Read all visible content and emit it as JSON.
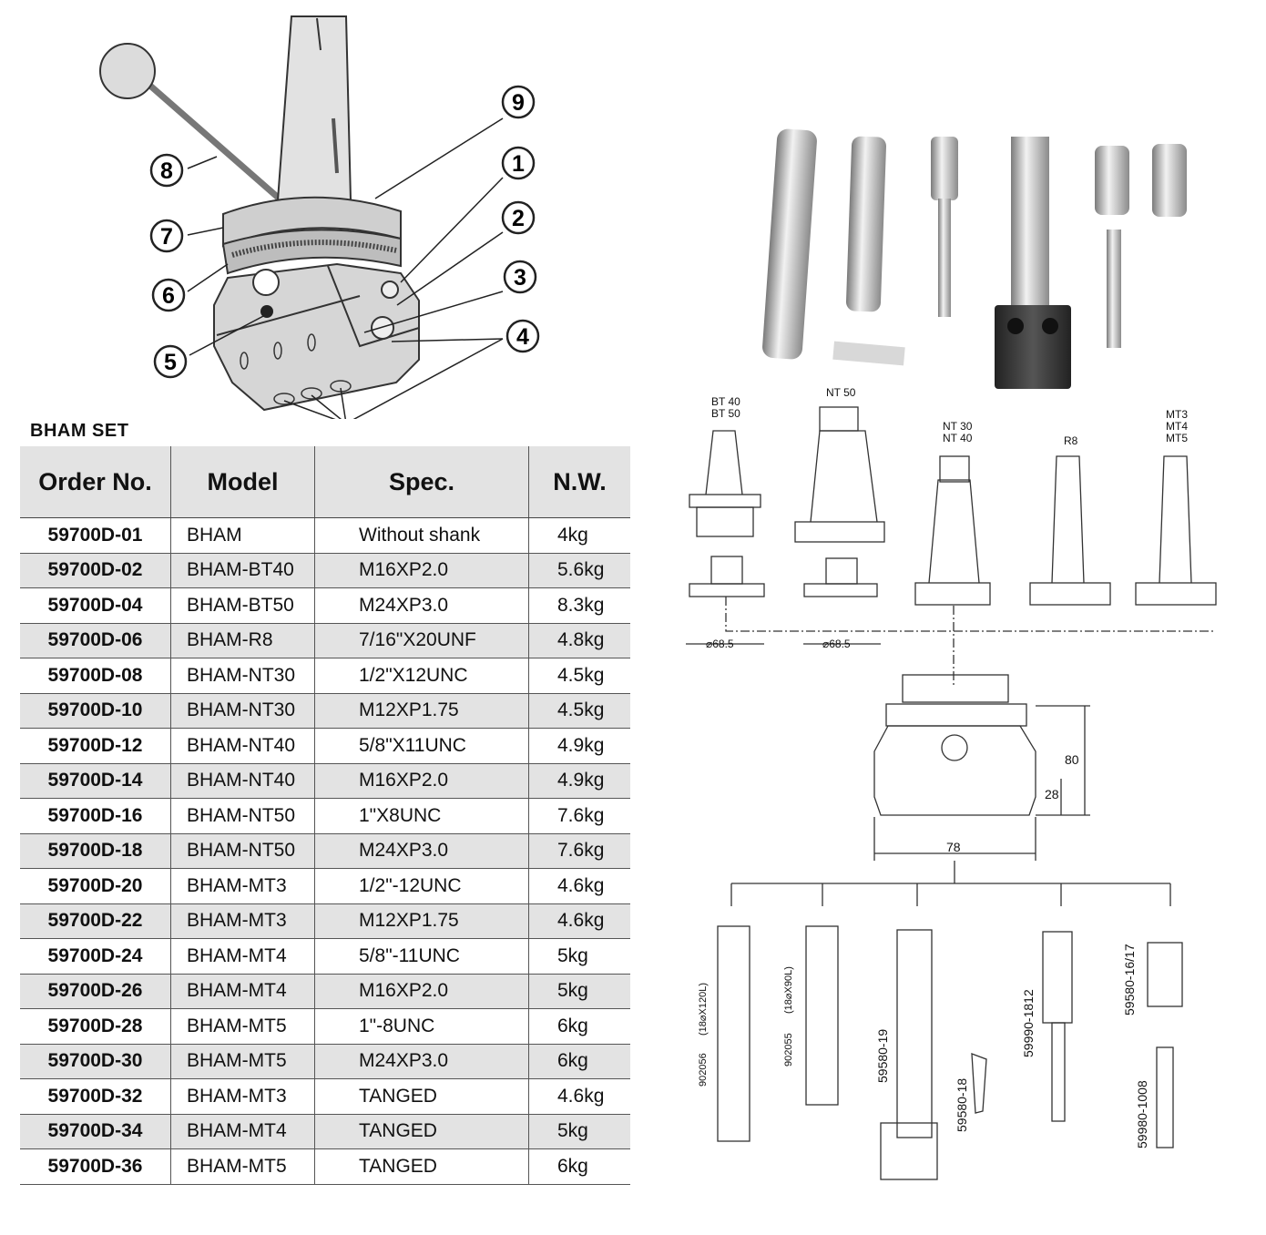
{
  "set_title": "BHAM SET",
  "columns": [
    "Order No.",
    "Model",
    "Spec.",
    "N.W."
  ],
  "rows": [
    {
      "order": "59700D-01",
      "model": "BHAM",
      "spec": "Without shank",
      "nw": "4kg"
    },
    {
      "order": "59700D-02",
      "model": "BHAM-BT40",
      "spec": "M16XP2.0",
      "nw": "5.6kg"
    },
    {
      "order": "59700D-04",
      "model": "BHAM-BT50",
      "spec": "M24XP3.0",
      "nw": "8.3kg"
    },
    {
      "order": "59700D-06",
      "model": "BHAM-R8",
      "spec": "7/16\"X20UNF",
      "nw": "4.8kg"
    },
    {
      "order": "59700D-08",
      "model": "BHAM-NT30",
      "spec": "1/2\"X12UNC",
      "nw": "4.5kg"
    },
    {
      "order": "59700D-10",
      "model": "BHAM-NT30",
      "spec": "M12XP1.75",
      "nw": "4.5kg"
    },
    {
      "order": "59700D-12",
      "model": "BHAM-NT40",
      "spec": "5/8\"X11UNC",
      "nw": "4.9kg"
    },
    {
      "order": "59700D-14",
      "model": "BHAM-NT40",
      "spec": "M16XP2.0",
      "nw": "4.9kg"
    },
    {
      "order": "59700D-16",
      "model": "BHAM-NT50",
      "spec": "1\"X8UNC",
      "nw": "7.6kg"
    },
    {
      "order": "59700D-18",
      "model": "BHAM-NT50",
      "spec": "M24XP3.0",
      "nw": "7.6kg"
    },
    {
      "order": "59700D-20",
      "model": "BHAM-MT3",
      "spec": "1/2\"-12UNC",
      "nw": "4.6kg"
    },
    {
      "order": "59700D-22",
      "model": "BHAM-MT3",
      "spec": "M12XP1.75",
      "nw": "4.6kg"
    },
    {
      "order": "59700D-24",
      "model": "BHAM-MT4",
      "spec": "5/8\"-11UNC",
      "nw": "5kg"
    },
    {
      "order": "59700D-26",
      "model": "BHAM-MT4",
      "spec": "M16XP2.0",
      "nw": "5kg"
    },
    {
      "order": "59700D-28",
      "model": "BHAM-MT5",
      "spec": "1\"-8UNC",
      "nw": "6kg"
    },
    {
      "order": "59700D-30",
      "model": "BHAM-MT5",
      "spec": "M24XP3.0",
      "nw": "6kg"
    },
    {
      "order": "59700D-32",
      "model": "BHAM-MT3",
      "spec": "TANGED",
      "nw": "4.6kg"
    },
    {
      "order": "59700D-34",
      "model": "BHAM-MT4",
      "spec": "TANGED",
      "nw": "5kg"
    },
    {
      "order": "59700D-36",
      "model": "BHAM-MT5",
      "spec": "TANGED",
      "nw": "6kg"
    }
  ],
  "callouts": [
    "1",
    "2",
    "3",
    "4",
    "5",
    "6",
    "7",
    "8",
    "9"
  ],
  "diagram": {
    "shank_labels": {
      "bt": [
        "BT 40",
        "BT 50"
      ],
      "nt50": "NT 50",
      "nt": [
        "NT 30",
        "NT 40"
      ],
      "r8": "R8",
      "mt": [
        "MT3",
        "MT4",
        "MT5"
      ]
    },
    "dims": {
      "dia1": "⌀68.5",
      "dia2": "⌀68.5",
      "height": "80",
      "lower": "28",
      "width": "78"
    },
    "tools": {
      "bar1_code": "902056",
      "bar1_size": "(18⌀X120L)",
      "bar2_code": "902055",
      "bar2_size": "(18⌀X90L)",
      "holder": "59580-19",
      "blank": "59580-18",
      "boring": "59990-1812",
      "sleeve": "59580-16/17",
      "small": "59980-1008"
    }
  }
}
